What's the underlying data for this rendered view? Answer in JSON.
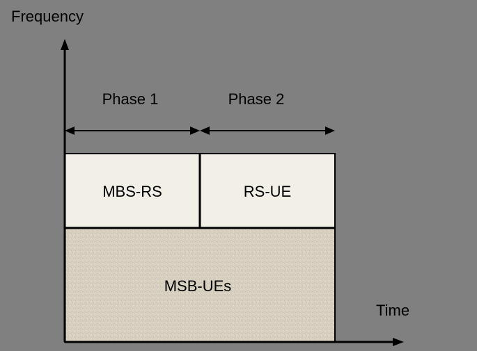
{
  "axes": {
    "y_label": "Frequency",
    "x_label": "Time"
  },
  "phases": [
    {
      "label": "Phase 1"
    },
    {
      "label": "Phase 2"
    }
  ],
  "blocks": {
    "phase1_block": "MBS-RS",
    "phase2_block": "RS-UE",
    "bottom_block": "MSB-UEs"
  },
  "colors": {
    "background": "#808080",
    "upper_block_fill": "#f1efe6",
    "lower_block_fill": "#d8d0c0",
    "stroke": "#000000"
  }
}
